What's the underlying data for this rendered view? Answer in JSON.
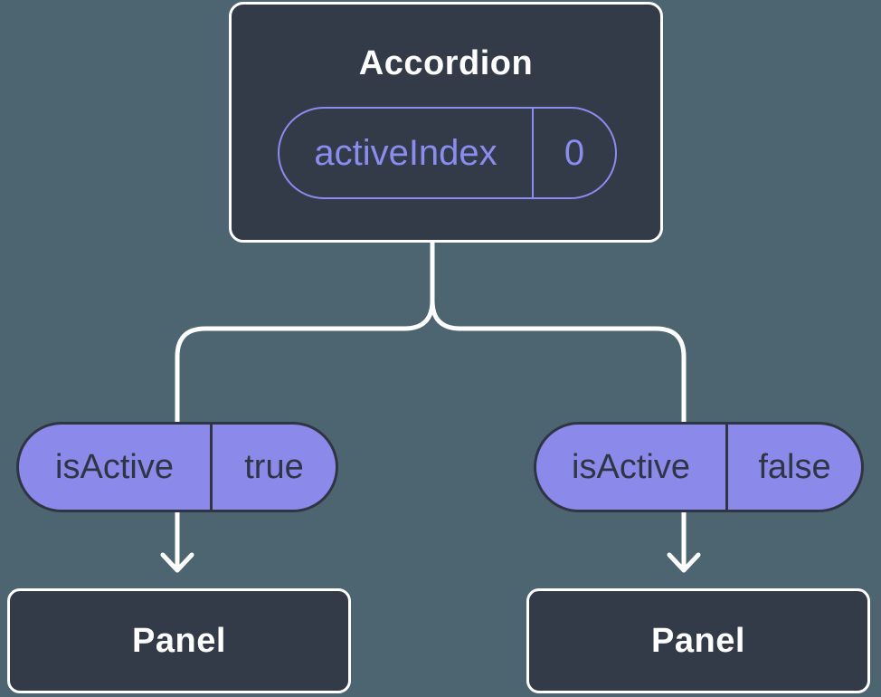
{
  "colors": {
    "background": "#4C6570",
    "box_fill": "#343B48",
    "box_border": "#FFFFFF",
    "purple_fill": "#8B89EA",
    "purple_outline": "#8A8CF0",
    "dark_ink": "#2F3542",
    "white_ink": "#FFFFFF",
    "connector": "#FFFFFF"
  },
  "nodes": {
    "accordion": {
      "title": "Accordion",
      "state": {
        "name": "activeIndex",
        "value": "0"
      }
    },
    "child_left": {
      "prop": {
        "name": "isActive",
        "value": "true"
      }
    },
    "child_right": {
      "prop": {
        "name": "isActive",
        "value": "false"
      }
    },
    "panel_left": {
      "title": "Panel"
    },
    "panel_right": {
      "title": "Panel"
    }
  }
}
